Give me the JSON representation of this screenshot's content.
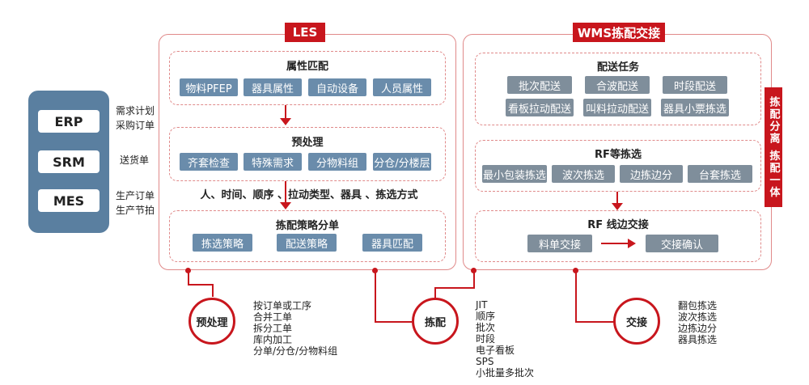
{
  "systems": [
    {
      "name": "ERP",
      "labels": [
        "需求计划",
        "采购订单"
      ]
    },
    {
      "name": "SRM",
      "labels": [
        "送货单"
      ]
    },
    {
      "name": "MES",
      "labels": [
        "生产订单",
        "生产节拍"
      ]
    }
  ],
  "les": {
    "title": "LES",
    "attr_match": {
      "title": "属性匹配",
      "items": [
        "物料PFEP",
        "器具属性",
        "自动设备",
        "人员属性"
      ]
    },
    "preprocess": {
      "title": "预处理",
      "items": [
        "齐套检查",
        "特殊需求",
        "分物料组",
        "分仓/分楼层"
      ]
    },
    "summary": "人、时间、顺序 、拉动类型、器具 、拣选方式",
    "strategy": {
      "title": "拣配策略分单",
      "items": [
        "拣选策略",
        "配送策略",
        "器具匹配"
      ]
    }
  },
  "wms": {
    "title": "WMS拣配交接",
    "delivery": {
      "title": "配送任务",
      "items": [
        "批次配送",
        "合波配送",
        "时段配送",
        "看板拉动配送",
        "叫料拉动配送",
        "器具小票拣选"
      ]
    },
    "rf": {
      "title": "RF等拣选",
      "items": [
        "最小包装拣选",
        "波次拣选",
        "边拣边分",
        "台套拣选"
      ]
    },
    "handover": {
      "title": "RF 线边交接",
      "items": [
        "料单交接",
        "交接确认"
      ]
    },
    "side_tag": "拣配分离    拣配一体"
  },
  "stages": [
    {
      "name": "预处理",
      "items": [
        "按订单或工序",
        "合并工单",
        "拆分工单",
        "库内加工",
        "分单/分仓/分物料组"
      ]
    },
    {
      "name": "拣配",
      "items": [
        "JIT",
        "顺序",
        "批次",
        "时段",
        "电子看板",
        "SPS",
        "小批量多批次"
      ]
    },
    {
      "name": "交接",
      "items": [
        "翻包拣选",
        "波次拣选",
        "边拣边分",
        "器具拣选"
      ]
    }
  ],
  "colors": {
    "accent": "#c8161d",
    "panel": "#5a7fa0",
    "chip": "#6a8cab",
    "chip_gray": "#7f8e9b",
    "border": "#e08a8a"
  }
}
